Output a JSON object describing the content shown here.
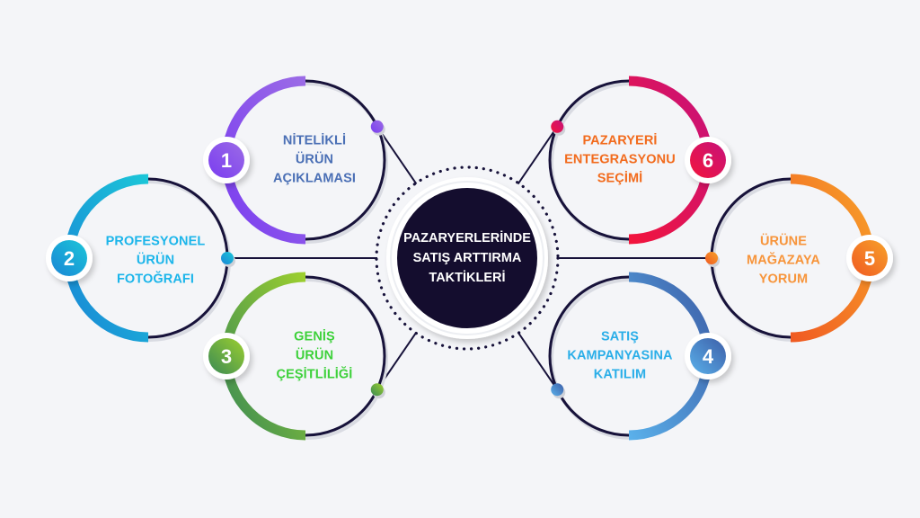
{
  "title": {
    "lines": [
      "PAZARYERLERİNDE",
      "SATIŞ ARTTIRMA",
      "TAKTİKLERİ"
    ]
  },
  "colors": {
    "background": "#f4f5f8",
    "center_fill": "#140d2e",
    "ring_line": "#17123a"
  },
  "nodes": [
    {
      "id": "1",
      "number": "1",
      "lines": [
        "NİTELİKLİ",
        "ÜRÜN",
        "AÇIKLAMASI"
      ],
      "text_color": "#4a6fb5",
      "gradient": [
        "#7a3df0",
        "#9b6be6"
      ]
    },
    {
      "id": "2",
      "number": "2",
      "lines": [
        "PROFESYONEL",
        "ÜRÜN",
        "FOTOĞRAFI"
      ],
      "text_color": "#1bb5ea",
      "gradient": [
        "#1a86d6",
        "#1bc6d8"
      ]
    },
    {
      "id": "3",
      "number": "3",
      "lines": [
        "GENİŞ",
        "ÜRÜN",
        "ÇEŞİTLİLİĞİ"
      ],
      "text_color": "#3dd13a",
      "gradient": [
        "#3a8a55",
        "#9ccf2f"
      ]
    },
    {
      "id": "4",
      "number": "4",
      "lines": [
        "SATIŞ",
        "KAMPANYASINA",
        "KATILIM"
      ],
      "text_color": "#2aaee8",
      "gradient": [
        "#5ab0ea",
        "#3d5fa8"
      ]
    },
    {
      "id": "5",
      "number": "5",
      "lines": [
        "ÜRÜNE",
        "MAĞAZAYA",
        "YORUM"
      ],
      "text_color": "#f7943a",
      "gradient": [
        "#f05a22",
        "#f7a12a"
      ]
    },
    {
      "id": "6",
      "number": "6",
      "lines": [
        "PAZARYERİ",
        "ENTEGRASYONU",
        "SEÇİMİ"
      ],
      "text_color": "#f26b1d",
      "gradient": [
        "#f2143c",
        "#c7127a"
      ]
    }
  ]
}
